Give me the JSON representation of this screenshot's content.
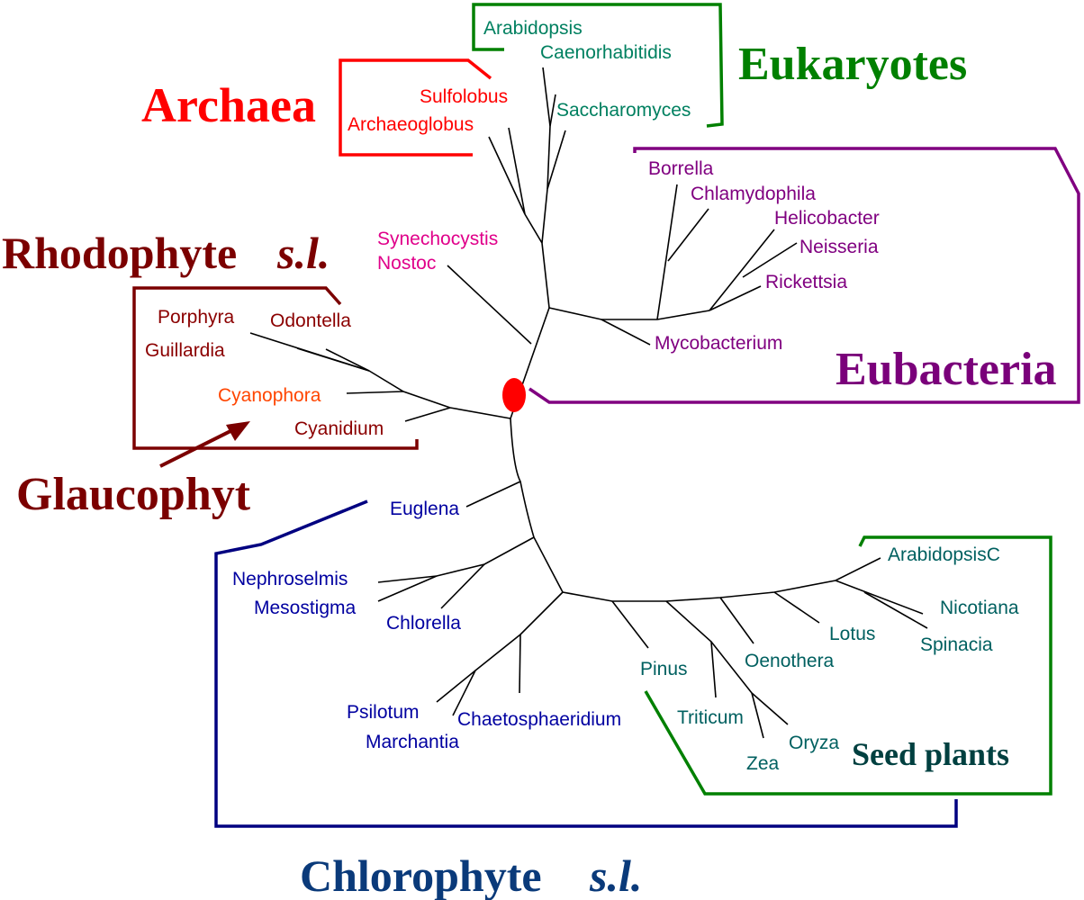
{
  "colors": {
    "archaea": "#ff0000",
    "eukaryotes": "#008000",
    "eukaryote_taxa": "#008060",
    "eubacteria": "#7a007a",
    "eubacteria_taxa": "#800080",
    "cyanobacteria": "#e0008a",
    "rhodophyte": "#7b0000",
    "rhodophyte_taxa": "#8b0000",
    "glaucophyte_taxon": "#ff4500",
    "chlorophyte": "#000080",
    "chlorophyte_taxa": "#0000a0",
    "seed_plants": "#006400",
    "seed_plant_taxa": "#006060",
    "seed_plants_label": "#004040",
    "root": "#ff0000",
    "branches": "#000000"
  },
  "groups": {
    "archaea": "Archaea",
    "eukaryotes": "Eukaryotes",
    "eubacteria": "Eubacteria",
    "rhodophyte": "Rhodophyte",
    "rhodophyte_suffix": "s.l.",
    "glaucophyte": "Glaucophyt",
    "chlorophyte": "Chlorophyte",
    "chlorophyte_suffix": "s.l.",
    "seed_plants": "Seed plants"
  },
  "taxa": {
    "archaea": [
      "Sulfolobus",
      "Archaeoglobus"
    ],
    "eukaryotes": [
      "Arabidopsis",
      "Caenorhabitidis",
      "Saccharomyces"
    ],
    "eubacteria": [
      "Borrella",
      "Chlamydophila",
      "Helicobacter",
      "Neisseria",
      "Rickettsia",
      "Mycobacterium"
    ],
    "cyanobacteria": [
      "Synechocystis",
      "Nostoc"
    ],
    "rhodophyte": [
      "Porphyra",
      "Odontella",
      "Guillardia",
      "Cyanidium"
    ],
    "glaucophyte": [
      "Cyanophora"
    ],
    "chlorophyte": [
      "Euglena",
      "Nephroselmis",
      "Mesostigma",
      "Chlorella",
      "Psilotum",
      "Marchantia",
      "Chaetosphaeridium"
    ],
    "seed_plants": [
      "ArabidopsisC",
      "Nicotiana",
      "Lotus",
      "Spinacia",
      "Oenothera",
      "Pinus",
      "Triticum",
      "Oryza",
      "Zea"
    ]
  }
}
